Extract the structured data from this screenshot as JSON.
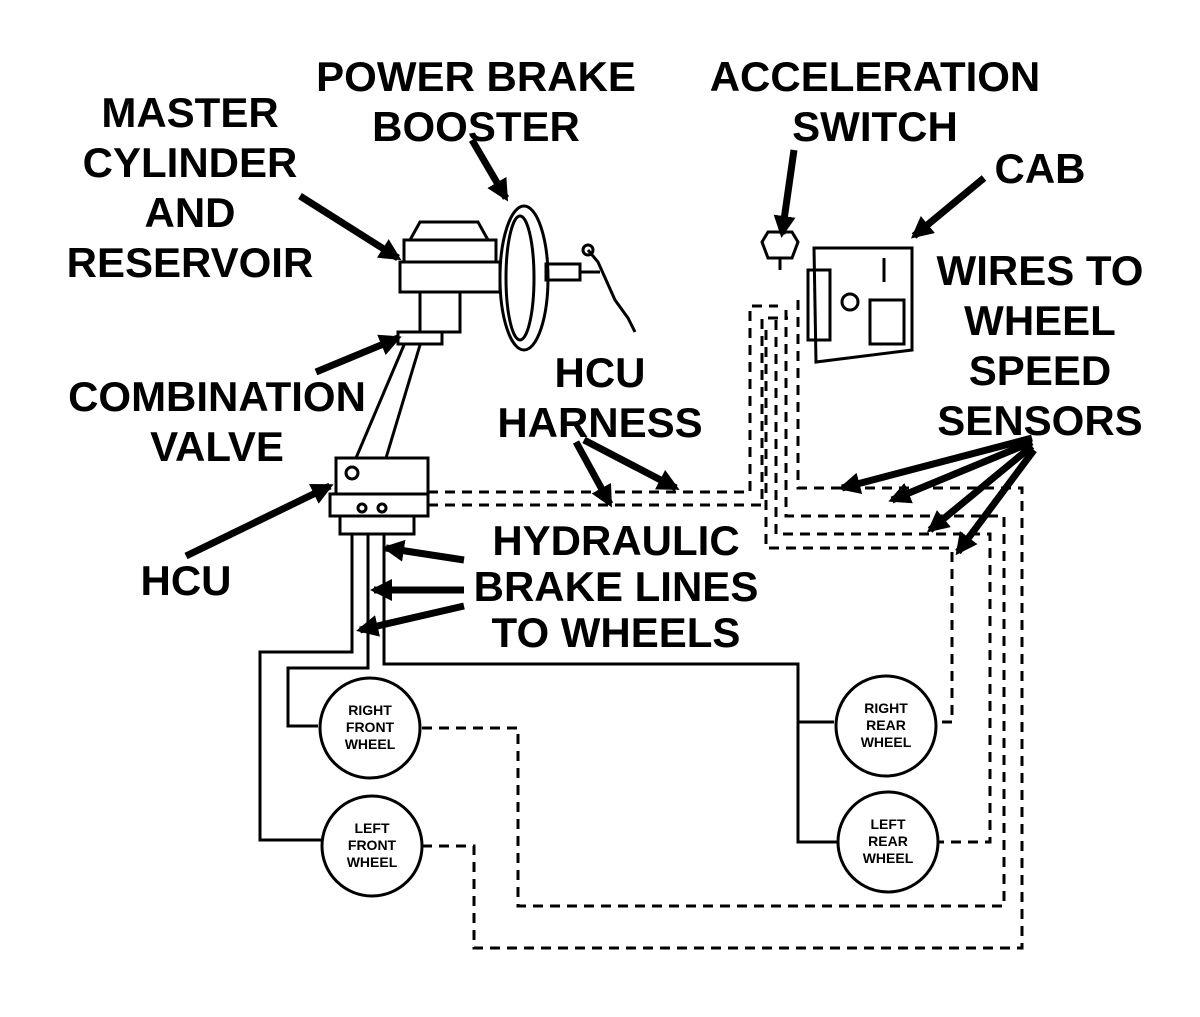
{
  "labels": {
    "master_cylinder": [
      "MASTER",
      "CYLINDER",
      "AND",
      "RESERVOIR"
    ],
    "power_brake_booster": [
      "POWER BRAKE",
      "BOOSTER"
    ],
    "acceleration_switch": [
      "ACCELERATION",
      "SWITCH"
    ],
    "cab": "CAB",
    "wires_to_sensors": [
      "WIRES TO",
      "WHEEL",
      "SPEED",
      "SENSORS"
    ],
    "hcu_harness": [
      "HCU",
      "HARNESS"
    ],
    "combination_valve": [
      "COMBINATION",
      "VALVE"
    ],
    "hydraulic_lines": [
      "HYDRAULIC",
      "BRAKE LINES",
      "TO WHEELS"
    ],
    "hcu": "HCU"
  },
  "wheels": {
    "right_front": [
      "RIGHT",
      "FRONT",
      "WHEEL"
    ],
    "left_front": [
      "LEFT",
      "FRONT",
      "WHEEL"
    ],
    "right_rear": [
      "RIGHT",
      "REAR",
      "WHEEL"
    ],
    "left_rear": [
      "LEFT",
      "REAR",
      "WHEEL"
    ]
  }
}
